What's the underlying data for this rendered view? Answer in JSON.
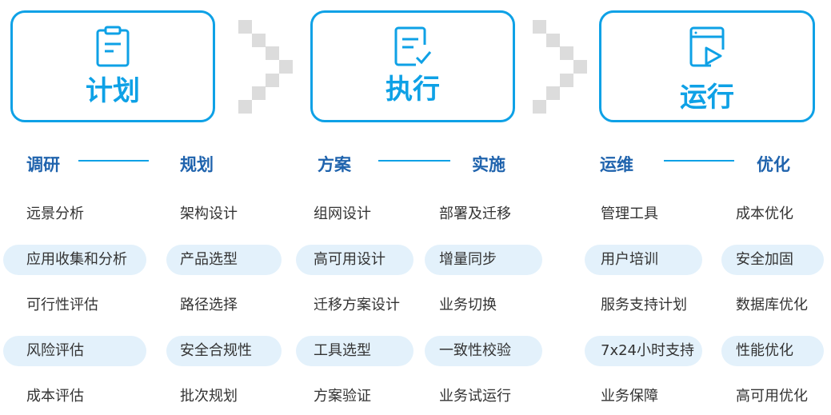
{
  "stages": [
    {
      "title": "计划",
      "icon": "clipboard-icon",
      "subs": [
        "调研",
        "规划"
      ]
    },
    {
      "title": "执行",
      "icon": "checklist-icon",
      "subs": [
        "方案",
        "实施"
      ]
    },
    {
      "title": "运行",
      "icon": "window-play-icon",
      "subs": [
        "运维",
        "优化"
      ]
    }
  ],
  "columns": [
    [
      "远景分析",
      "应用收集和分析",
      "可行性评估",
      "风险评估",
      "成本评估"
    ],
    [
      "架构设计",
      "产品选型",
      "路径选择",
      "安全合规性",
      "批次规划"
    ],
    [
      "组网设计",
      "高可用设计",
      "迁移方案设计",
      "工具选型",
      "方案验证"
    ],
    [
      "部署及迁移",
      "增量同步",
      "业务切换",
      "一致性校验",
      "业务试运行"
    ],
    [
      "管理工具",
      "用户培训",
      "服务支持计划",
      "7x24小时支持",
      "业务保障"
    ],
    [
      "成本优化",
      "安全加固",
      "数据库优化",
      "性能优化",
      "高可用优化"
    ]
  ],
  "colors": {
    "accent": "#0ea1e6",
    "heading": "#1f63ad",
    "pill": "#e3f1fb",
    "arrow": "#dcdcdc"
  }
}
